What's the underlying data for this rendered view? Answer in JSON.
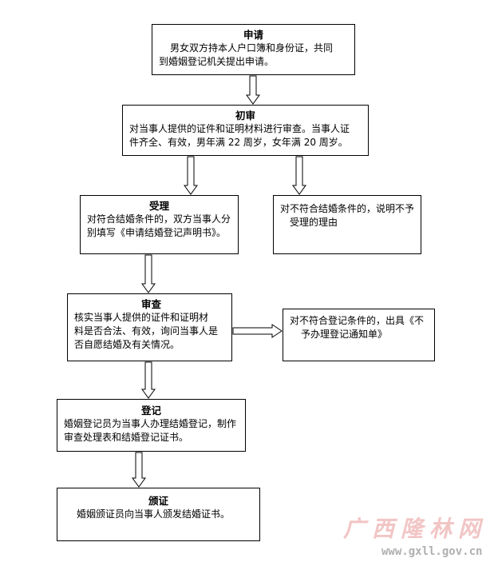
{
  "flowchart": {
    "apply": {
      "title": "申请",
      "lines": [
        "男女双方持本人户口簿和身份证，共同",
        "到婚姻登记机关提出申请。"
      ]
    },
    "initial_review": {
      "title": "初审",
      "lines": [
        "对当事人提供的证件和证明材料进行审查。当事人证",
        "件齐全、有效，男年满 22 周岁，女年满 20 周岁。"
      ]
    },
    "accept": {
      "title": "受理",
      "lines": [
        "对符合结婚条件的，双方当事人分",
        "别填写《申请结婚登记声明书》。"
      ]
    },
    "reject_initial": {
      "lines": [
        "对不符合结婚条件的，说明不予",
        "受理的理由"
      ]
    },
    "examine": {
      "title": "审查",
      "lines": [
        "核实当事人提供的证件和证明材",
        "料是否合法、有效，询问当事人是",
        "否自愿结婚及有关情况。"
      ]
    },
    "reject_exam": {
      "lines": [
        "对不符合登记条件的，出具《不",
        "予办理登记通知单》"
      ]
    },
    "register": {
      "title": "登记",
      "lines": [
        "婚姻登记员为当事人办理结婚登记，制作",
        "审查处理表和结婚登记证书。"
      ]
    },
    "issue": {
      "title": "颁证",
      "lines": [
        "婚姻颁证员向当事人颁发结婚证书。"
      ]
    }
  },
  "watermark": {
    "logo_text": "广西隆林网",
    "url": "www.gxll.gov.cn"
  }
}
